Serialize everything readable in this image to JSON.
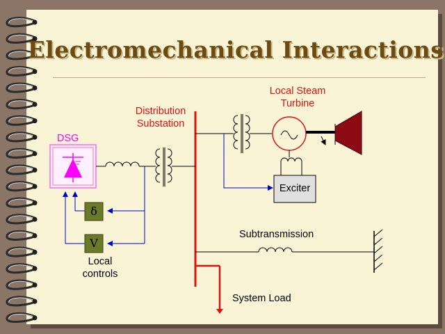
{
  "slide": {
    "title": "Electromechanical Interactions"
  },
  "labels": {
    "turbine_line1": "Local Steam",
    "turbine_line2": "Turbine",
    "substation_line1": "Distribution",
    "substation_line2": "Substation",
    "dsg": "DSG",
    "exciter": "Exciter",
    "delta": "δ",
    "v": "V",
    "controls_line1": "Local",
    "controls_line2": "controls",
    "subtransmission": "Subtransmission",
    "system_load": "System Load"
  },
  "colors": {
    "background": "#8a7566",
    "page": "#faf4d6",
    "title": "#6b4b12",
    "accent_red": "#e01010",
    "dsg_magenta": "#ff00ff",
    "control_blue": "#0000cc",
    "control_box": "#6b7a2a",
    "turbine": "#8b0a14",
    "exciter_box": "#e0e0e0"
  },
  "icons": {
    "rings": "spiral-binding-ring",
    "dsg": "diode-triangle-symbol",
    "generator": "ac-generator-circle-symbol",
    "turbine": "turbine-trapezoid-symbol",
    "ground": "ground-hatch-symbol"
  }
}
